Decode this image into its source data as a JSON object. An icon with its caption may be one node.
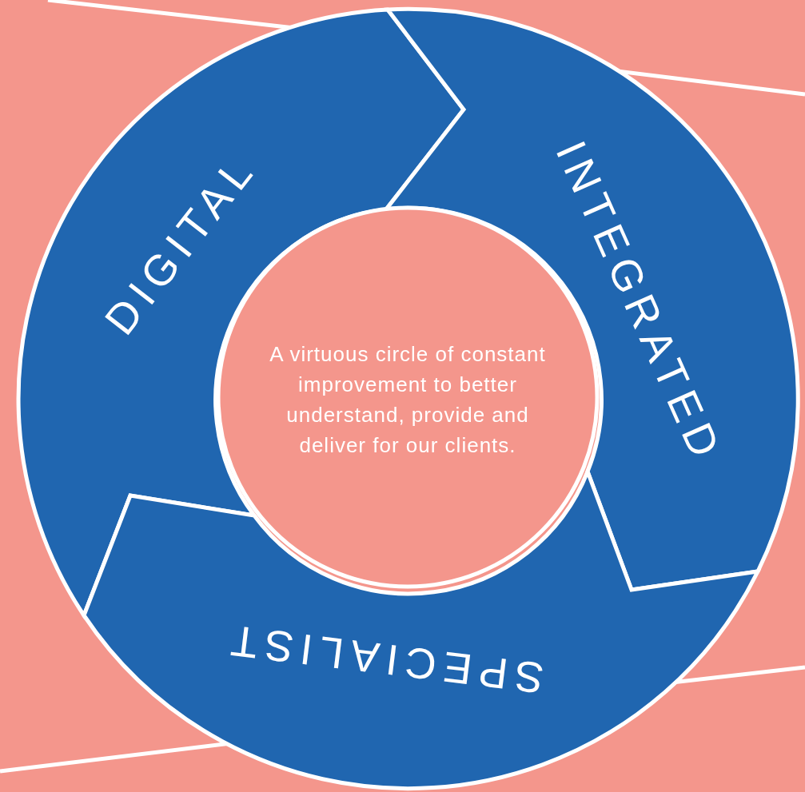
{
  "diagram": {
    "nodes": [
      {
        "text": [
          "DIGITAL"
        ]
      },
      {
        "text": [
          "INTEGRATED"
        ]
      },
      {
        "text": [
          "SPECIALIST"
        ]
      },
      {
        "text": [
          "A virtuous circle of constant improvement to better understand, provide and deliver for our clients."
        ]
      }
    ]
  }
}
